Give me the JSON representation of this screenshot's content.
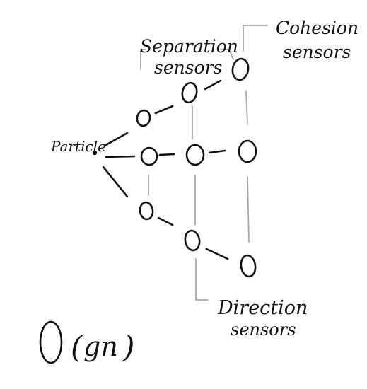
{
  "labels": {
    "particle": "Particle",
    "separation_line1": "Separation",
    "separation_line2": "sensors",
    "cohesion_line1": "Cohesion",
    "cohesion_line2": "sensors",
    "direction_line1": "Direction",
    "direction_line2": "sensors",
    "complexity_paren_open": "(",
    "complexity_expr": "gn",
    "complexity_paren_close": ")"
  },
  "colors": {
    "ink": "#111111",
    "guide": "#a8a8a8",
    "background": "#ffffff"
  }
}
